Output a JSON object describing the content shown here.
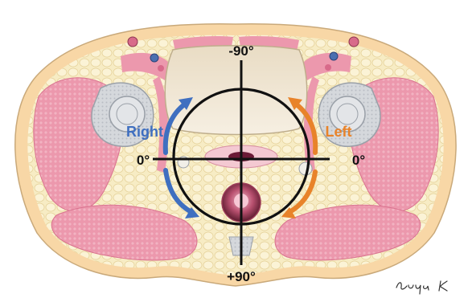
{
  "labels": {
    "top": "-90°",
    "bottom": "+90°",
    "left_zero": "0°",
    "right_zero": "0°",
    "side_right": "Right",
    "side_left": "Left"
  },
  "signature": "Ruiya K",
  "colors": {
    "right_side": "#3f6fc0",
    "left_side": "#e8832a",
    "crosshair": "#111111",
    "muscle": "#e98fa5",
    "fat": "#f6e8b8",
    "skin": "#f8d9a8",
    "bone": "#c9cdd3"
  }
}
